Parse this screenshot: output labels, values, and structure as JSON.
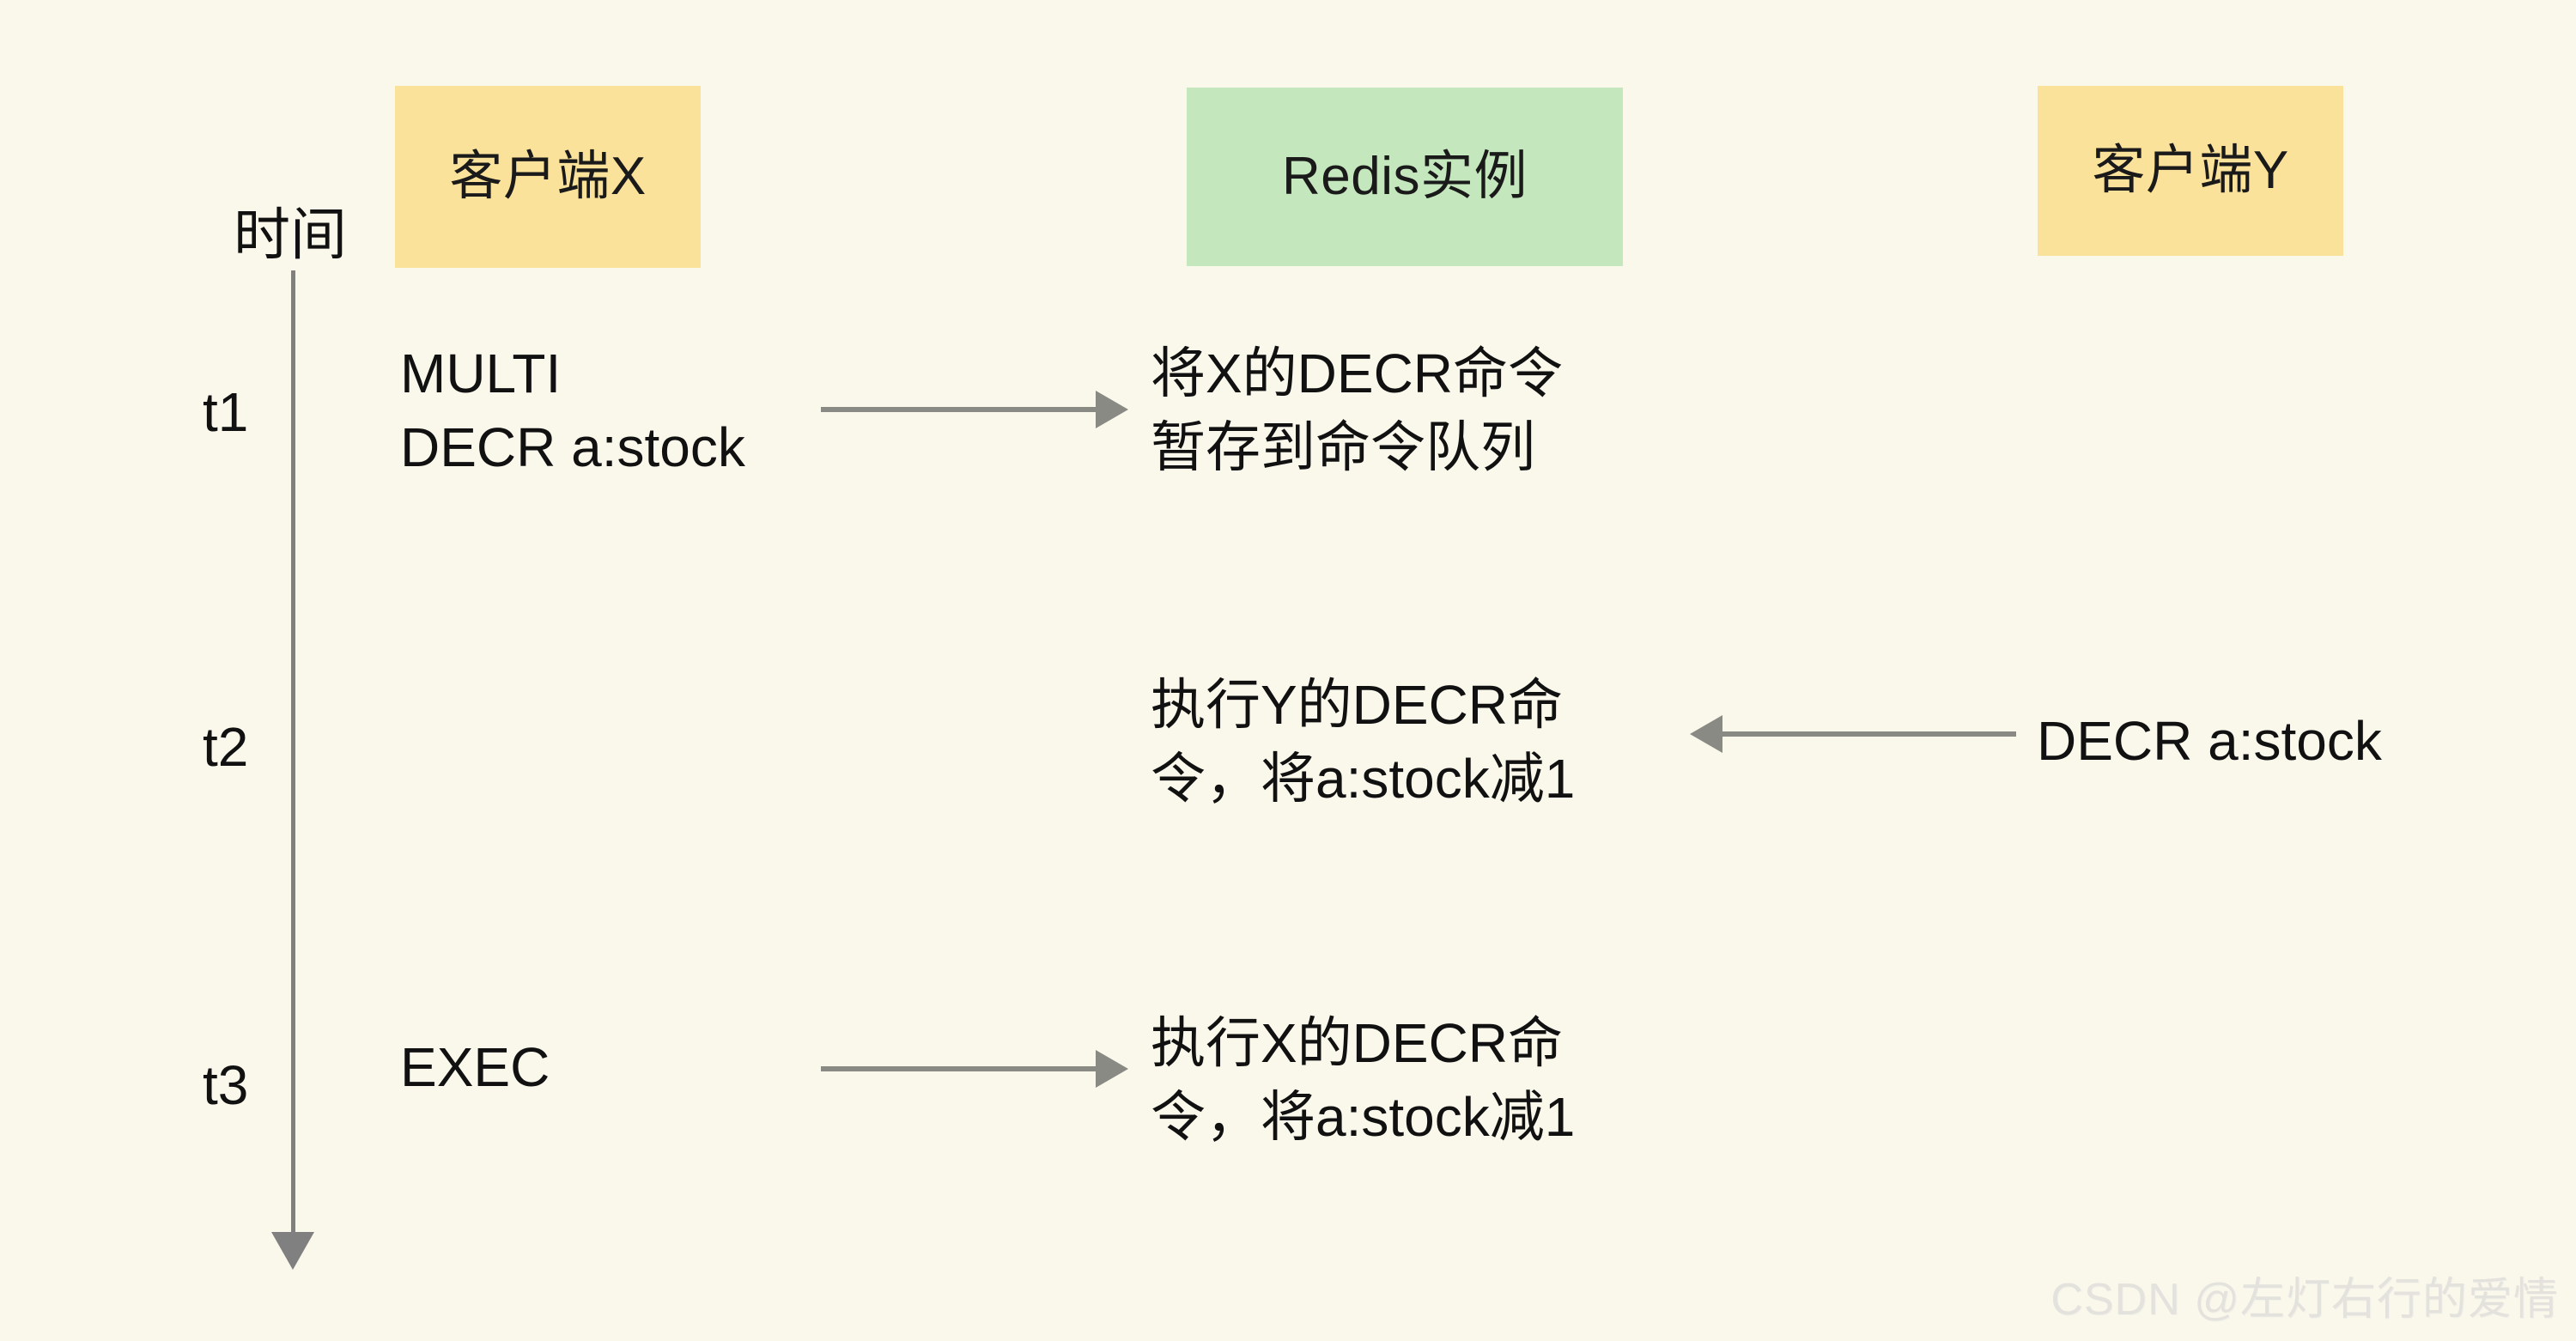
{
  "diagram": {
    "title": "Redis MULTI/EXEC concurrent DECR sequence diagram",
    "background_color": "#faf7eb",
    "lanes": [
      {
        "id": "client-x",
        "label": "客户端X",
        "color": "#fbe29a"
      },
      {
        "id": "redis",
        "label": "Redis实例",
        "color": "#c4e7bd"
      },
      {
        "id": "client-y",
        "label": "客户端Y",
        "color": "#fbe29a"
      }
    ],
    "time_axis": {
      "label": "时间",
      "color": "#808080",
      "direction": "down",
      "ticks": [
        {
          "id": "t1",
          "label": "t1"
        },
        {
          "id": "t2",
          "label": "t2"
        },
        {
          "id": "t3",
          "label": "t3"
        }
      ]
    },
    "steps": [
      {
        "tick": "t1",
        "client_x_text": "MULTI\nDECR a:stock",
        "arrow": {
          "direction": "right",
          "from": "client-x",
          "to": "redis",
          "color": "#8a8a85"
        },
        "redis_text": "将X的DECR命令\n暂存到命令队列",
        "client_y_text": ""
      },
      {
        "tick": "t2",
        "client_x_text": "",
        "arrow": {
          "direction": "left",
          "from": "client-y",
          "to": "redis",
          "color": "#8a8a85"
        },
        "redis_text": "执行Y的DECR命\n令，将a:stock减1",
        "client_y_text": "DECR a:stock"
      },
      {
        "tick": "t3",
        "client_x_text": "EXEC",
        "arrow": {
          "direction": "right",
          "from": "client-x",
          "to": "redis",
          "color": "#8a8a85"
        },
        "redis_text": "执行X的DECR命\n令，将a:stock减1",
        "client_y_text": ""
      }
    ],
    "watermark": "CSDN @左灯右行的爱情"
  }
}
